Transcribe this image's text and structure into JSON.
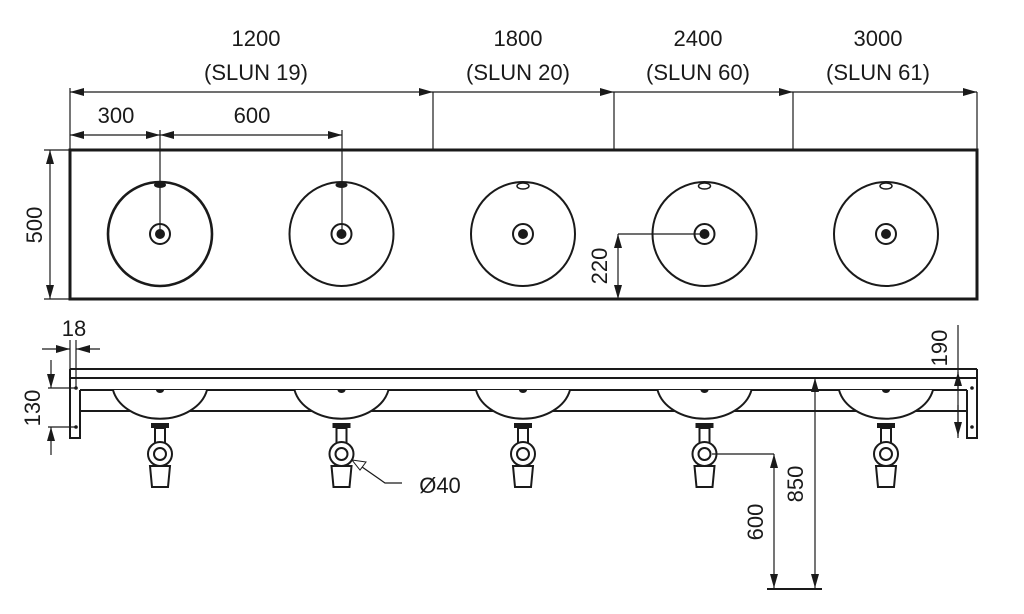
{
  "drawing": {
    "length_dims": [
      {
        "value": "1200",
        "model": "(SLUN 19)"
      },
      {
        "value": "1800",
        "model": "(SLUN 20)"
      },
      {
        "value": "2400",
        "model": "(SLUN 60)"
      },
      {
        "value": "3000",
        "model": "(SLUN 61)"
      }
    ],
    "top_view": {
      "first_offset": "300",
      "spacing": "600",
      "depth": "500",
      "drain_offset": "220",
      "basin_count": 5
    },
    "side_view": {
      "thickness": "18",
      "bracket_height": "130",
      "rim_depth": "190",
      "drain_diameter": "Ø40",
      "outlet_height": "600",
      "rim_height": "850"
    }
  }
}
